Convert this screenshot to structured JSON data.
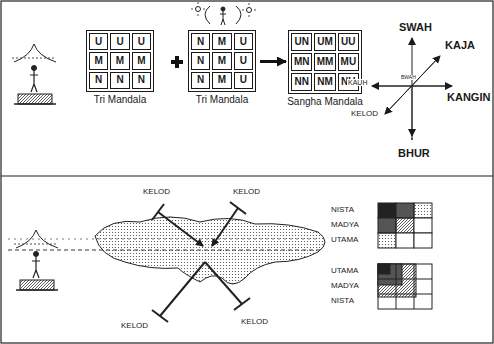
{
  "diagram": {
    "nodes": [
      {
        "text": [
          "Tri Mandala"
        ]
      },
      {
        "text": [
          "U"
        ],
        "in": 0
      },
      {
        "text": [
          "U"
        ],
        "in": 0
      },
      {
        "text": [
          "U"
        ],
        "in": 0
      },
      {
        "text": [
          "M"
        ],
        "in": 0
      },
      {
        "text": [
          "M"
        ],
        "in": 0
      },
      {
        "text": [
          "M"
        ],
        "in": 0
      },
      {
        "text": [
          "N"
        ],
        "in": 0
      },
      {
        "text": [
          "N"
        ],
        "in": 0
      },
      {
        "text": [
          "N"
        ],
        "in": 0
      },
      {
        "text": [
          "Tri Mandala"
        ]
      },
      {
        "text": [
          "N"
        ],
        "in": 10
      },
      {
        "text": [
          "M"
        ],
        "in": 10
      },
      {
        "text": [
          "U"
        ],
        "in": 10
      },
      {
        "text": [
          "N"
        ],
        "in": 10
      },
      {
        "text": [
          "M"
        ],
        "in": 10
      },
      {
        "text": [
          "U"
        ],
        "in": 10
      },
      {
        "text": [
          "N"
        ],
        "in": 10
      },
      {
        "text": [
          "M"
        ],
        "in": 10
      },
      {
        "text": [
          "U"
        ],
        "in": 10
      },
      {
        "text": [
          "Sangha Mandala"
        ]
      },
      {
        "text": [
          "UN"
        ],
        "in": 20
      },
      {
        "text": [
          "UM"
        ],
        "in": 20
      },
      {
        "text": [
          "UU"
        ],
        "in": 20
      },
      {
        "text": [
          "MN"
        ],
        "in": 20
      },
      {
        "text": [
          "MM"
        ],
        "in": 20
      },
      {
        "text": [
          "MU"
        ],
        "in": 20
      },
      {
        "text": [
          "NN"
        ],
        "in": 20
      },
      {
        "text": [
          "NM"
        ],
        "in": 20
      },
      {
        "text": [
          "NU"
        ],
        "in": 20
      }
    ],
    "edges": [
      {
        "from": 10,
        "to": 20,
        "arrow": "to"
      }
    ],
    "labels": [
      "SWAH",
      "KAJA",
      "KANGIN",
      "KAUH",
      "BWAH",
      "KELOD",
      "BHUR",
      "KELOD",
      "KELOD",
      "KELOD",
      "KELOD",
      "NISTA",
      "MADYA",
      "UTAMA",
      "UTAMA",
      "MADYA",
      "NISTA"
    ]
  }
}
